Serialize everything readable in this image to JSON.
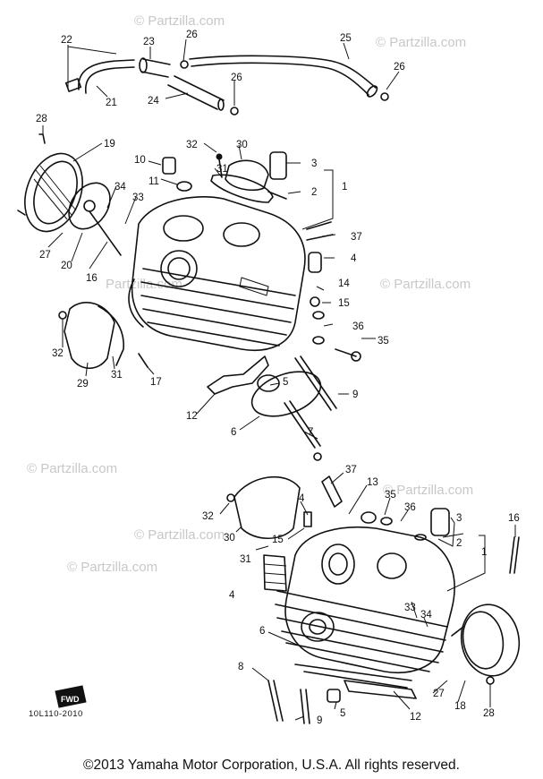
{
  "watermarks": [
    "© Partzilla.com",
    "© Partzilla.com",
    "© Partzilla.com",
    "Partzilla.com",
    "© Partzilla.com",
    "© Partzilla.com",
    "© Partzilla.com",
    "© Partzilla.com"
  ],
  "part_labels": [
    "22",
    "23",
    "26",
    "25",
    "26",
    "21",
    "24",
    "26",
    "28",
    "19",
    "32",
    "30",
    "10",
    "31",
    "3",
    "11",
    "2",
    "1",
    "34",
    "33",
    "37",
    "27",
    "20",
    "16",
    "4",
    "14",
    "15",
    "32",
    "36",
    "35",
    "31",
    "29",
    "17",
    "5",
    "9",
    "12",
    "6",
    "7",
    "37",
    "13",
    "4",
    "35",
    "36",
    "3",
    "16",
    "32",
    "30",
    "2",
    "1",
    "15",
    "31",
    "4",
    "33",
    "34",
    "6",
    "27",
    "18",
    "28",
    "8",
    "5",
    "12",
    "9"
  ],
  "fwd_mark": "FWD",
  "drawing_number": "10L110-2010",
  "copyright": "©2013 Yamaha Motor Corporation, U.S.A. All rights reserved."
}
